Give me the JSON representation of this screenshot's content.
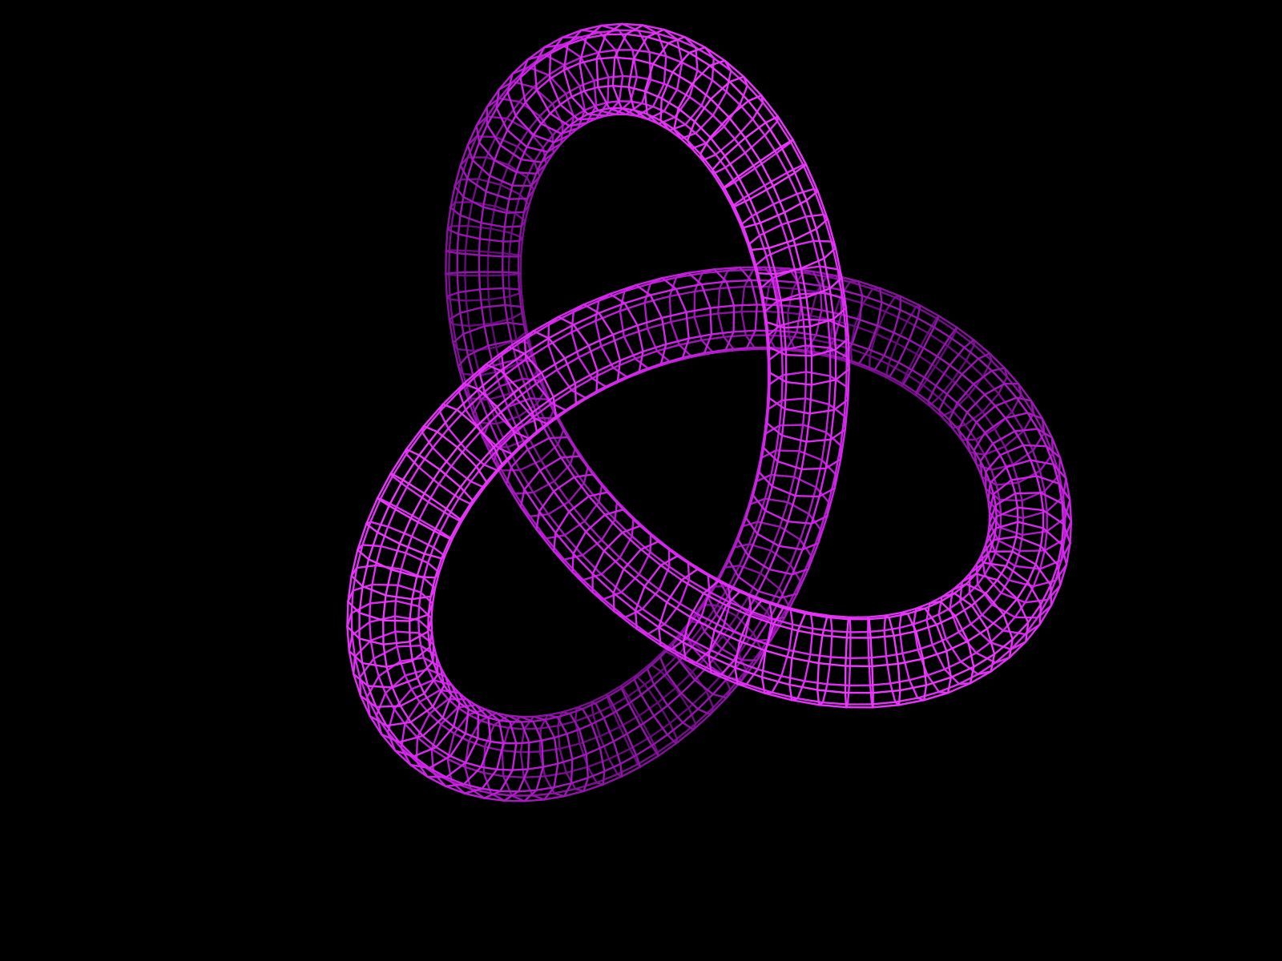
{
  "scene": {
    "subject": "trefoil-knot-wireframe",
    "render_style": "wireframe-tube",
    "colors": {
      "background": "#000000",
      "wire": "#cc22e6",
      "wire_highlight": "#f03cff",
      "wire_shadow": "#5a0a6e"
    },
    "mesh": {
      "segments_along_curve": 150,
      "segments_around_tube": 10
    }
  }
}
